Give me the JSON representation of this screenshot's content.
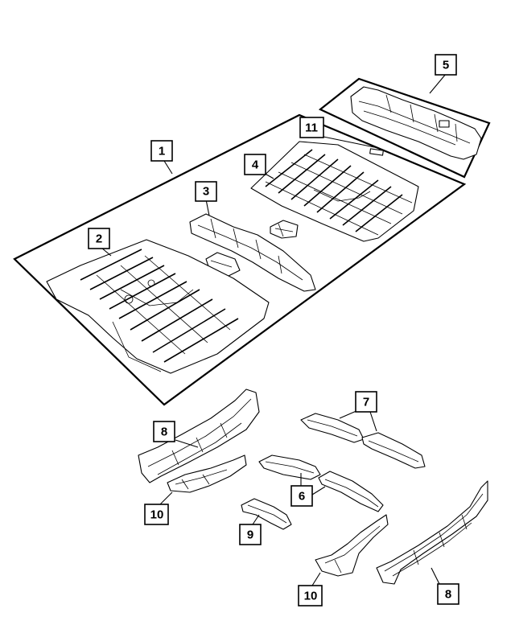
{
  "callouts": {
    "c1": "1",
    "c2": "2",
    "c3": "3",
    "c4": "4",
    "c5": "5",
    "c6": "6",
    "c7": "7",
    "c8a": "8",
    "c8b": "8",
    "c9": "9",
    "c10a": "10",
    "c10b": "10",
    "c11": "11"
  }
}
